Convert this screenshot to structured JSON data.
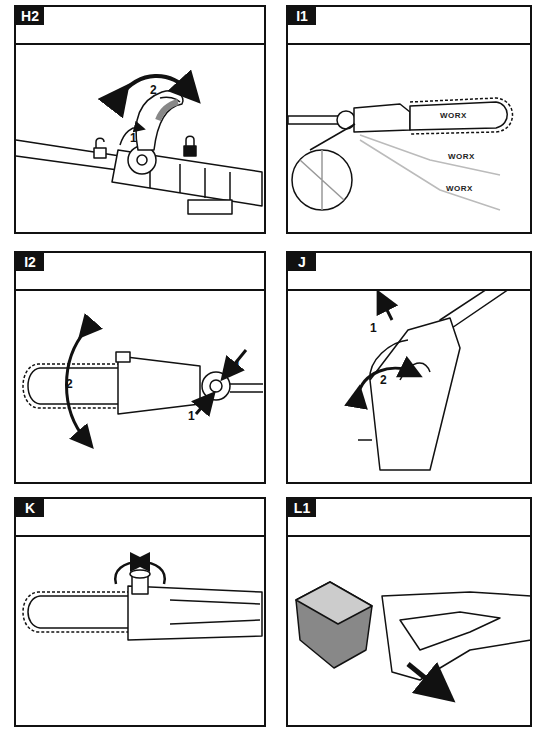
{
  "diagram": {
    "nodes": [
      {
        "text": [
          "H2"
        ]
      },
      {
        "text": [
          "I1"
        ]
      },
      {
        "text": [
          "I2"
        ]
      },
      {
        "text": [
          "J"
        ]
      },
      {
        "text": [
          "K"
        ]
      },
      {
        "text": [
          "L1"
        ]
      }
    ],
    "labels": [
      "2",
      "1",
      "WORX",
      "WORX",
      "WORX",
      "1",
      "1",
      "2",
      "1",
      "2"
    ]
  }
}
